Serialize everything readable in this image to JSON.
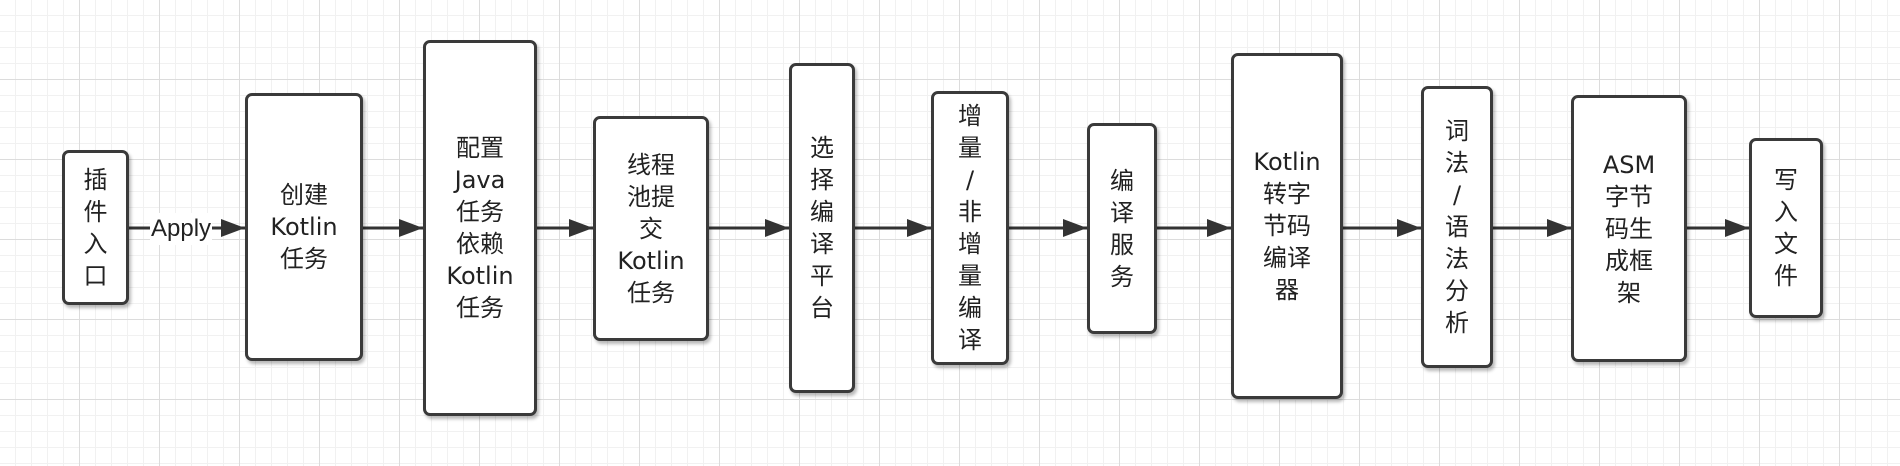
{
  "colors": {
    "node_border": "#3a3a3a",
    "arrow": "#333333",
    "text": "#222222",
    "background": "#ffffff"
  },
  "nodes": [
    {
      "id": "plugin-entry",
      "text": "插\n件\n入\n口"
    },
    {
      "id": "create-kotlin-task",
      "text": "创建\nKotlin\n任务"
    },
    {
      "id": "configure-java-task",
      "text": "配置\nJava\n任务\n依赖\nKotlin\n任务"
    },
    {
      "id": "thread-pool-submit",
      "text": "线程\n池提\n交\nKotlin\n任务"
    },
    {
      "id": "select-compile-platform",
      "text": "选\n择\n编\n译\n平\n台"
    },
    {
      "id": "incremental-compile",
      "text": "增\n量\n/\n非\n增\n量\n编\n译"
    },
    {
      "id": "compile-service",
      "text": "编\n译\n服\n务"
    },
    {
      "id": "kotlin-bytecode-compiler",
      "text": "Kotlin\n转字\n节码\n编译\n器"
    },
    {
      "id": "lexical-syntax-analysis",
      "text": "词\n法\n/\n语\n法\n分\n析"
    },
    {
      "id": "asm-framework",
      "text": "ASM\n字节\n码生\n成框\n架"
    },
    {
      "id": "write-file",
      "text": "写\n入\n文\n件"
    }
  ],
  "edges": [
    {
      "from": "plugin-entry",
      "to": "create-kotlin-task",
      "label": "Apply"
    },
    {
      "from": "create-kotlin-task",
      "to": "configure-java-task",
      "label": ""
    },
    {
      "from": "configure-java-task",
      "to": "thread-pool-submit",
      "label": ""
    },
    {
      "from": "thread-pool-submit",
      "to": "select-compile-platform",
      "label": ""
    },
    {
      "from": "select-compile-platform",
      "to": "incremental-compile",
      "label": ""
    },
    {
      "from": "incremental-compile",
      "to": "compile-service",
      "label": ""
    },
    {
      "from": "compile-service",
      "to": "kotlin-bytecode-compiler",
      "label": ""
    },
    {
      "from": "kotlin-bytecode-compiler",
      "to": "lexical-syntax-analysis",
      "label": ""
    },
    {
      "from": "lexical-syntax-analysis",
      "to": "asm-framework",
      "label": ""
    },
    {
      "from": "asm-framework",
      "to": "write-file",
      "label": ""
    }
  ]
}
